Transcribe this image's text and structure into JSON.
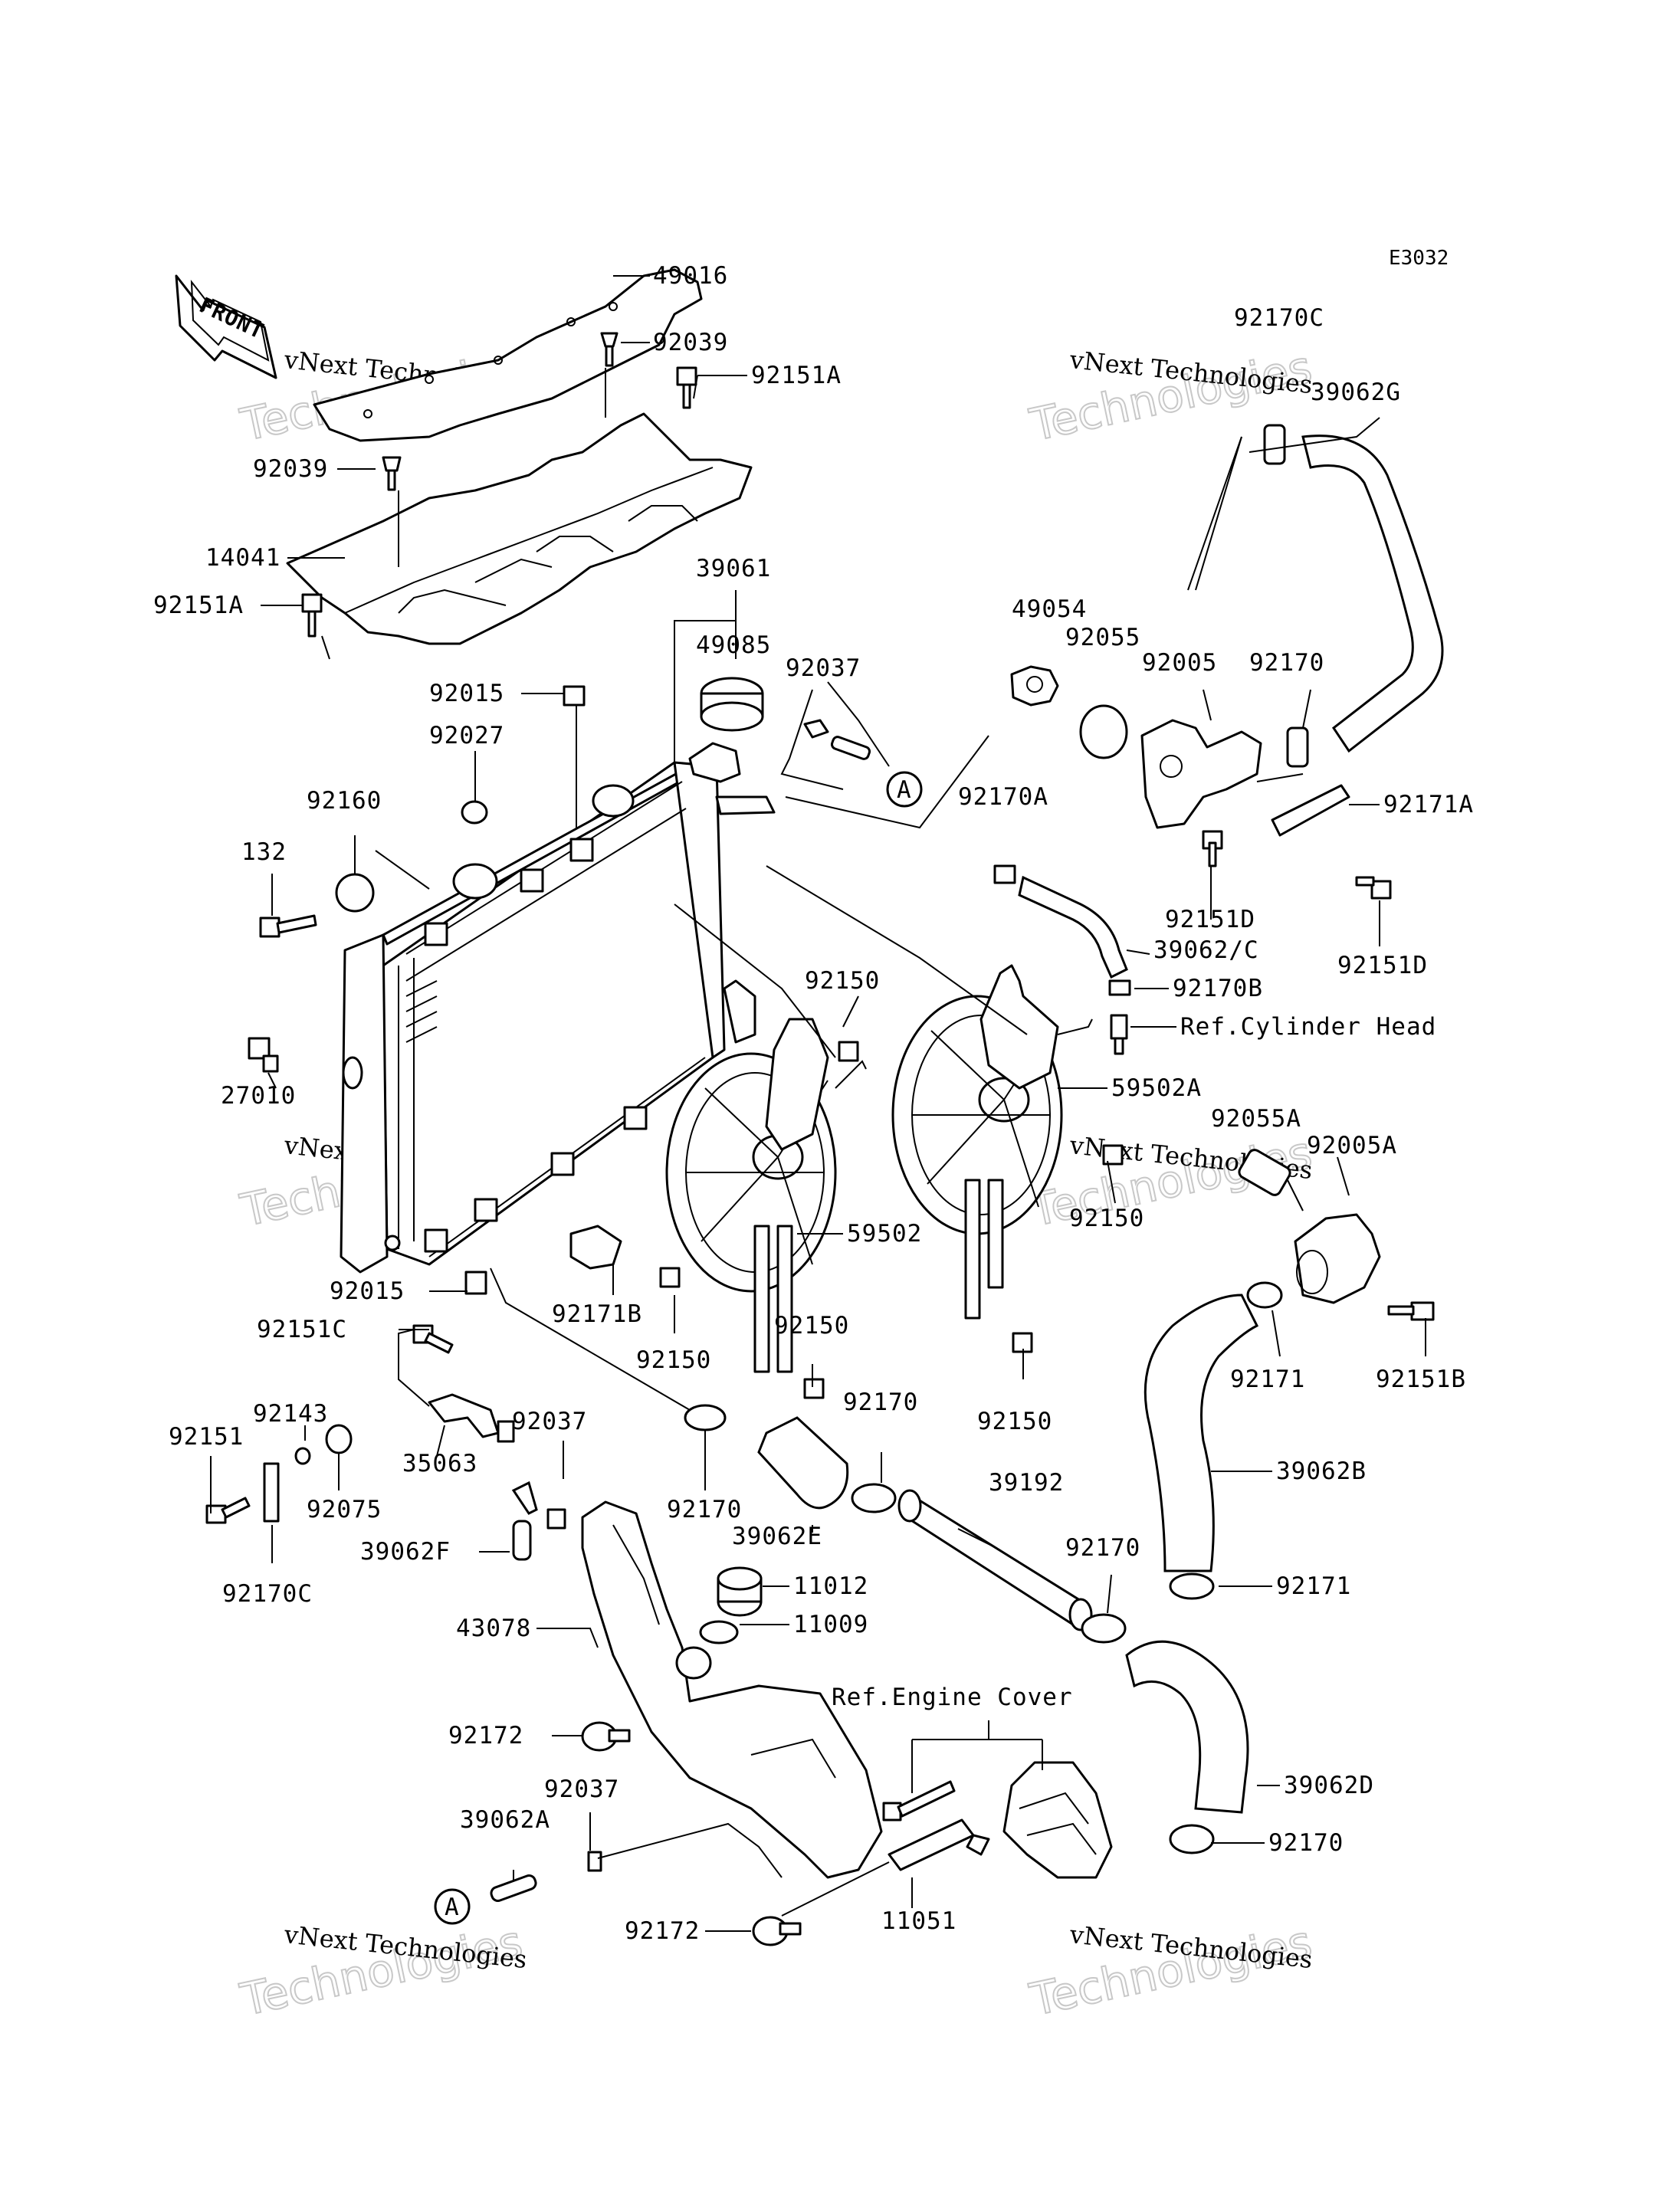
{
  "diagram_code": "E3032",
  "front_label": "FRONT",
  "watermark": {
    "line1": "vNext Technologies",
    "line2": "Technologies"
  },
  "callout_A": "A",
  "references": {
    "cylinder_head": "Ref.Cylinder Head",
    "engine_cover": "Ref.Engine Cover"
  },
  "labels": {
    "p49016": "49016",
    "p92039a": "92039",
    "p92151A_top": "92151A",
    "p92039b": "92039",
    "p14041": "14041",
    "p92151A_left": "92151A",
    "p39061": "39061",
    "p49085": "49085",
    "p92037a": "92037",
    "p92015a": "92015",
    "p92027": "92027",
    "p92160": "92160",
    "p132": "132",
    "p92170C_top": "92170C",
    "p39062G": "39062G",
    "p49054": "49054",
    "p92055": "92055",
    "p92005": "92005",
    "p92170a": "92170",
    "p92171A": "92171A",
    "p92170A": "92170A",
    "p92151D_a": "92151D",
    "p92151D_b": "92151D",
    "p39062C": "39062/C",
    "p92170B": "92170B",
    "p92150a": "92150",
    "p59502A": "59502A",
    "p27010": "27010",
    "p92055A": "92055A",
    "p92005A": "92005A",
    "p92150b": "92150",
    "p59502": "59502",
    "p92015b": "92015",
    "p92171B": "92171B",
    "p92150c": "92150",
    "p92151C": "92151C",
    "p92150d": "92150",
    "p92171a": "92171",
    "p92151B": "92151B",
    "p92143": "92143",
    "p92037b": "92037",
    "p92170b": "92170",
    "p92150e": "92150",
    "p92151": "92151",
    "p35063": "35063",
    "p92075": "92075",
    "p92170c": "92170",
    "p39062B": "39062B",
    "p39192": "39192",
    "p39062F": "39062F",
    "p39062E": "39062E",
    "p92170C_bottom": "92170C",
    "p92170d": "92170",
    "p92171b": "92171",
    "p11012": "11012",
    "p11009": "11009",
    "p43078": "43078",
    "p92172a": "92172",
    "p39062D": "39062D",
    "p92037c": "92037",
    "p39062A": "39062A",
    "p92170e": "92170",
    "p92172b": "92172",
    "p11051": "11051"
  }
}
